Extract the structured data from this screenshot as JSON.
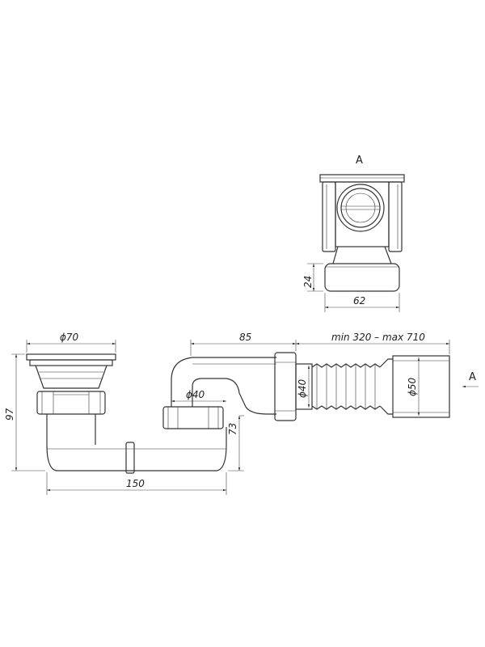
{
  "view_label": "A",
  "arrow_label": "A",
  "dims": {
    "d70": "ϕ70",
    "d85": "85",
    "range": "min 320 – max 710",
    "d40a": "ϕ40",
    "d40b": "ϕ40",
    "d50": "ϕ50",
    "h97": "97",
    "h73": "73",
    "w150": "150",
    "h24": "24",
    "w62": "62"
  }
}
